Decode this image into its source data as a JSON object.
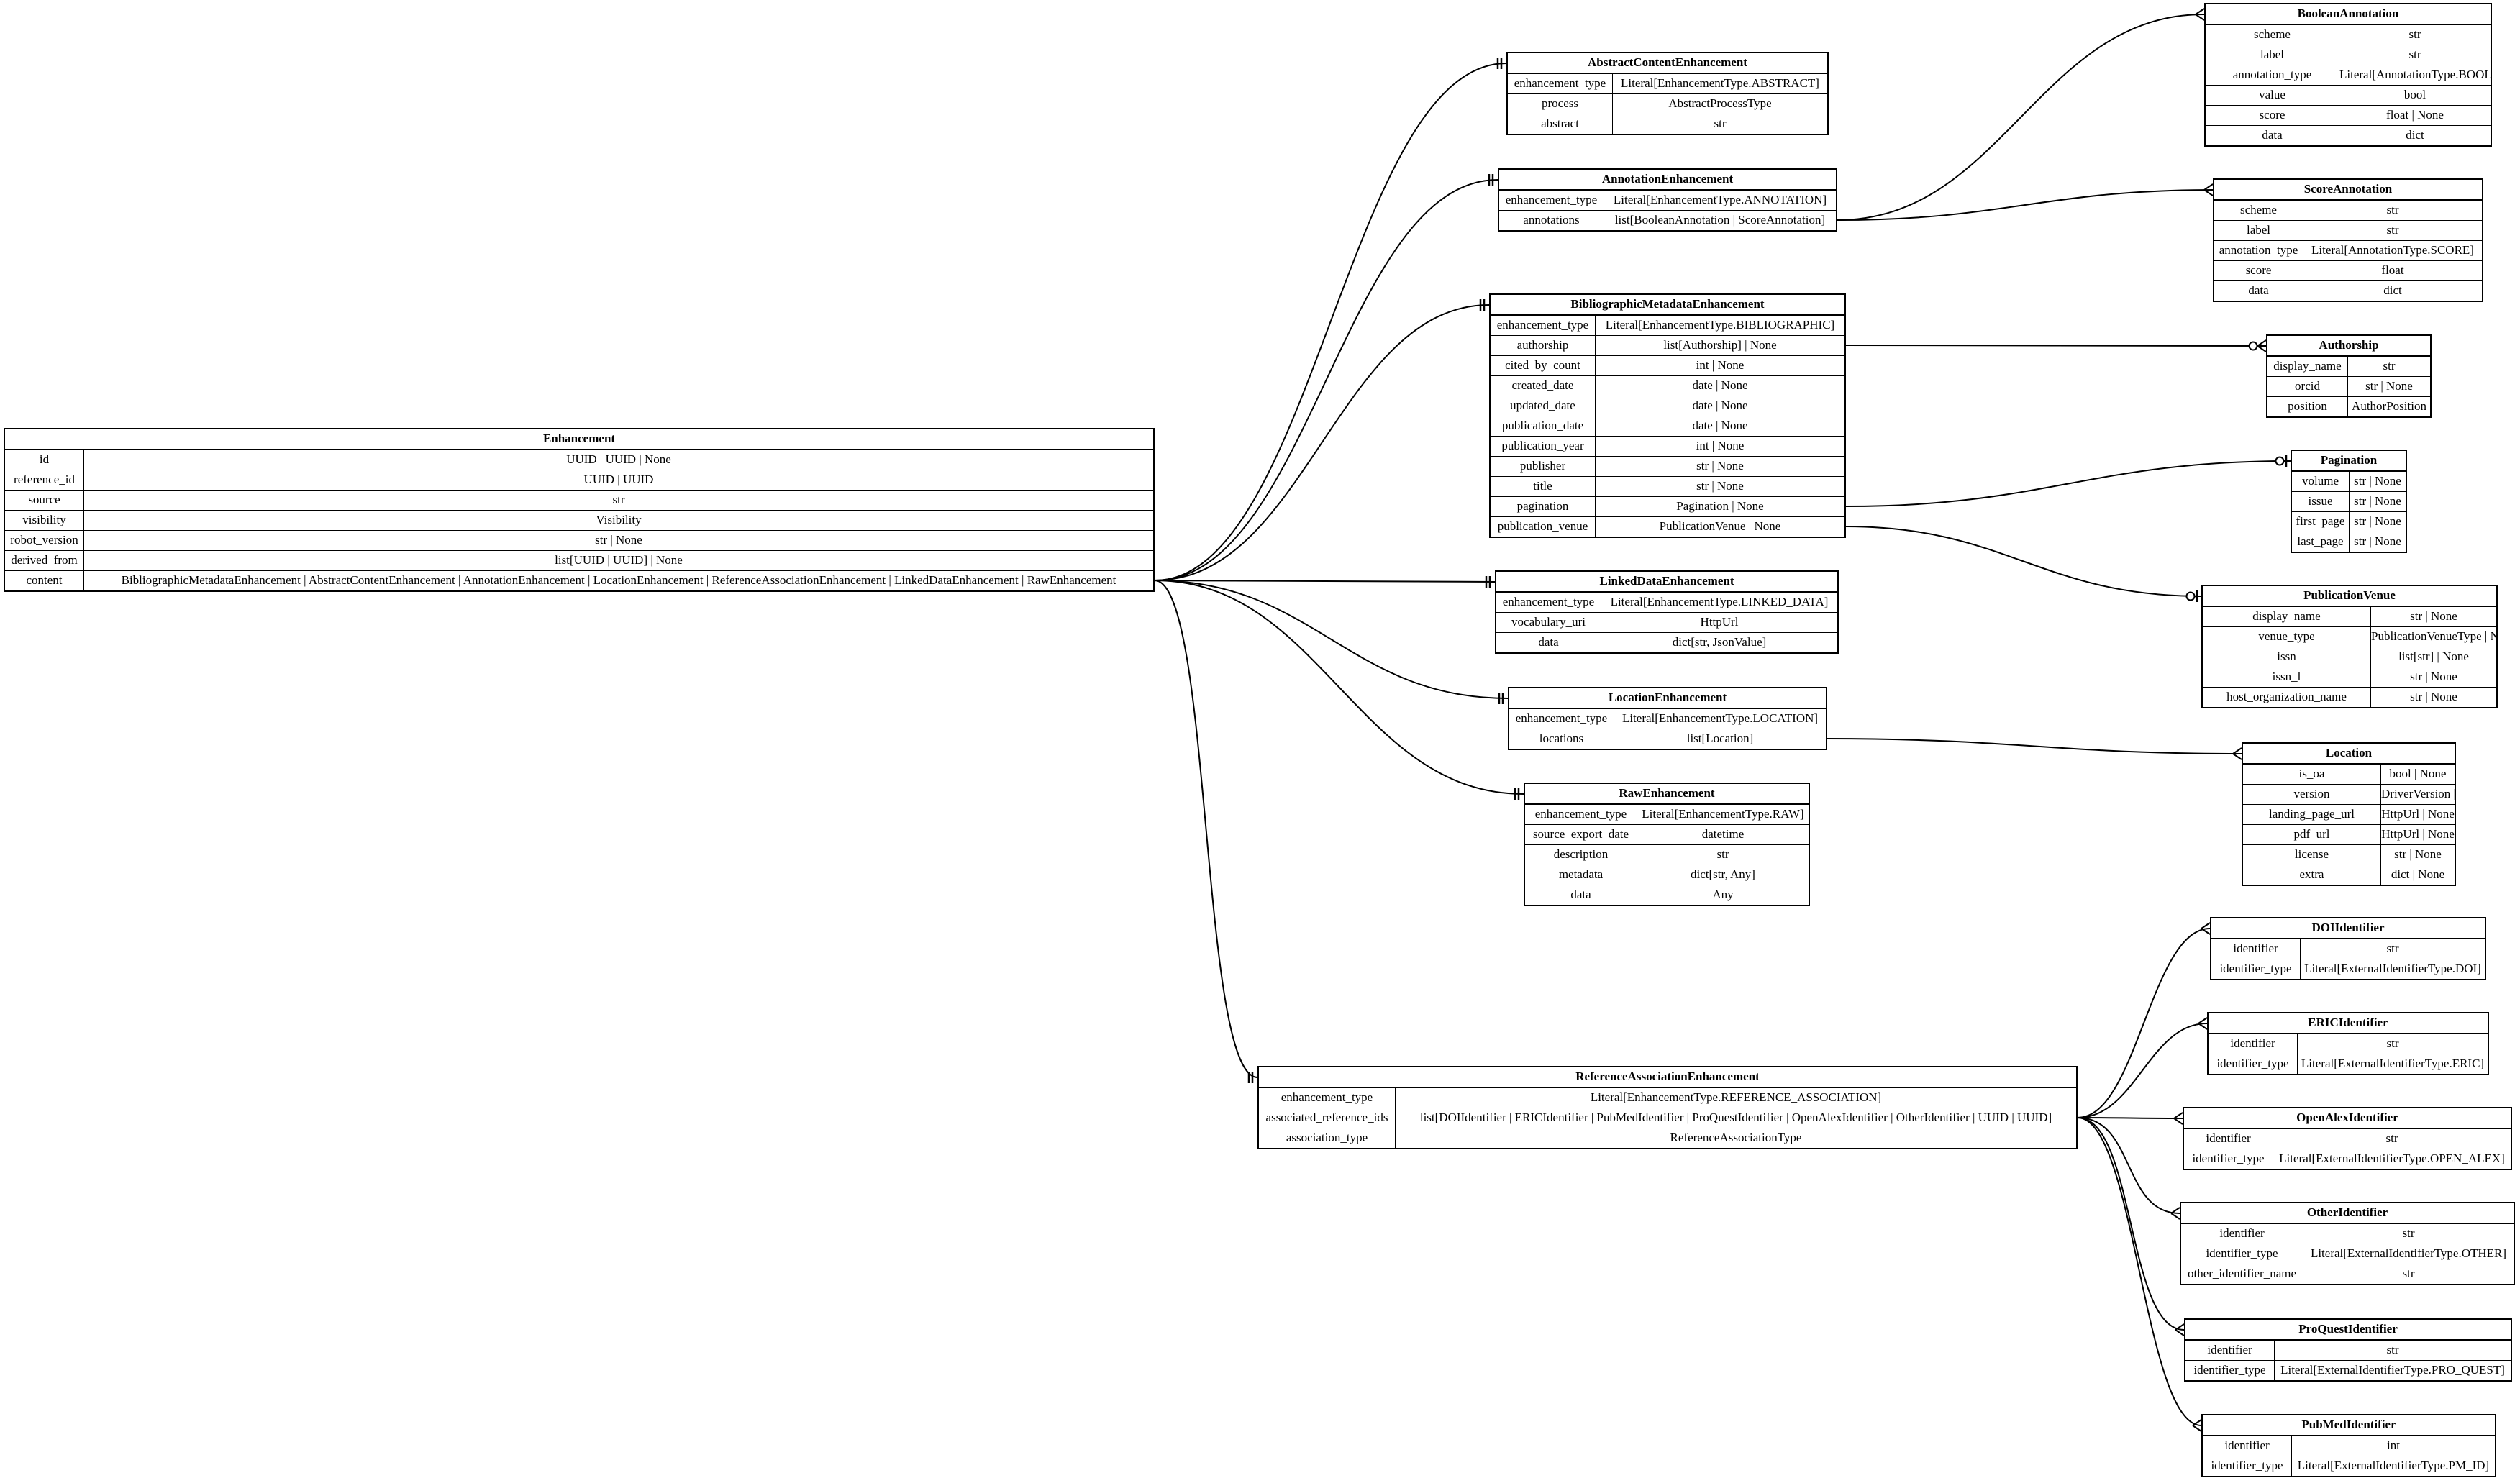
{
  "entities": [
    {
      "id": "Enhancement",
      "title": "Enhancement",
      "fields": [
        [
          "id",
          "UUID | UUID | None"
        ],
        [
          "reference_id",
          "UUID | UUID"
        ],
        [
          "source",
          "str"
        ],
        [
          "visibility",
          "Visibility"
        ],
        [
          "robot_version",
          "str | None"
        ],
        [
          "derived_from",
          "list[UUID | UUID] | None"
        ],
        [
          "content",
          "BibliographicMetadataEnhancement | AbstractContentEnhancement | AnnotationEnhancement | LocationEnhancement | ReferenceAssociationEnhancement | LinkedDataEnhancement | RawEnhancement"
        ]
      ]
    },
    {
      "id": "AbstractContentEnhancement",
      "title": "AbstractContentEnhancement",
      "fields": [
        [
          "enhancement_type",
          "Literal[EnhancementType.ABSTRACT]"
        ],
        [
          "process",
          "AbstractProcessType"
        ],
        [
          "abstract",
          "str"
        ]
      ]
    },
    {
      "id": "AnnotationEnhancement",
      "title": "AnnotationEnhancement",
      "fields": [
        [
          "enhancement_type",
          "Literal[EnhancementType.ANNOTATION]"
        ],
        [
          "annotations",
          "list[BooleanAnnotation | ScoreAnnotation]"
        ]
      ]
    },
    {
      "id": "BibliographicMetadataEnhancement",
      "title": "BibliographicMetadataEnhancement",
      "fields": [
        [
          "enhancement_type",
          "Literal[EnhancementType.BIBLIOGRAPHIC]"
        ],
        [
          "authorship",
          "list[Authorship] | None"
        ],
        [
          "cited_by_count",
          "int | None"
        ],
        [
          "created_date",
          "date | None"
        ],
        [
          "updated_date",
          "date | None"
        ],
        [
          "publication_date",
          "date | None"
        ],
        [
          "publication_year",
          "int | None"
        ],
        [
          "publisher",
          "str | None"
        ],
        [
          "title",
          "str | None"
        ],
        [
          "pagination",
          "Pagination | None"
        ],
        [
          "publication_venue",
          "PublicationVenue | None"
        ]
      ]
    },
    {
      "id": "LinkedDataEnhancement",
      "title": "LinkedDataEnhancement",
      "fields": [
        [
          "enhancement_type",
          "Literal[EnhancementType.LINKED_DATA]"
        ],
        [
          "vocabulary_uri",
          "HttpUrl"
        ],
        [
          "data",
          "dict[str, JsonValue]"
        ]
      ]
    },
    {
      "id": "LocationEnhancement",
      "title": "LocationEnhancement",
      "fields": [
        [
          "enhancement_type",
          "Literal[EnhancementType.LOCATION]"
        ],
        [
          "locations",
          "list[Location]"
        ]
      ]
    },
    {
      "id": "RawEnhancement",
      "title": "RawEnhancement",
      "fields": [
        [
          "enhancement_type",
          "Literal[EnhancementType.RAW]"
        ],
        [
          "source_export_date",
          "datetime"
        ],
        [
          "description",
          "str"
        ],
        [
          "metadata",
          "dict[str, Any]"
        ],
        [
          "data",
          "Any"
        ]
      ]
    },
    {
      "id": "ReferenceAssociationEnhancement",
      "title": "ReferenceAssociationEnhancement",
      "fields": [
        [
          "enhancement_type",
          "Literal[EnhancementType.REFERENCE_ASSOCIATION]"
        ],
        [
          "associated_reference_ids",
          "list[DOIIdentifier | ERICIdentifier | PubMedIdentifier | ProQuestIdentifier | OpenAlexIdentifier | OtherIdentifier | UUID | UUID]"
        ],
        [
          "association_type",
          "ReferenceAssociationType"
        ]
      ]
    },
    {
      "id": "BooleanAnnotation",
      "title": "BooleanAnnotation",
      "fields": [
        [
          "scheme",
          "str"
        ],
        [
          "label",
          "str"
        ],
        [
          "annotation_type",
          "Literal[AnnotationType.BOOLEAN]"
        ],
        [
          "value",
          "bool"
        ],
        [
          "score",
          "float | None"
        ],
        [
          "data",
          "dict"
        ]
      ]
    },
    {
      "id": "ScoreAnnotation",
      "title": "ScoreAnnotation",
      "fields": [
        [
          "scheme",
          "str"
        ],
        [
          "label",
          "str"
        ],
        [
          "annotation_type",
          "Literal[AnnotationType.SCORE]"
        ],
        [
          "score",
          "float"
        ],
        [
          "data",
          "dict"
        ]
      ]
    },
    {
      "id": "Authorship",
      "title": "Authorship",
      "fields": [
        [
          "display_name",
          "str"
        ],
        [
          "orcid",
          "str | None"
        ],
        [
          "position",
          "AuthorPosition"
        ]
      ]
    },
    {
      "id": "Pagination",
      "title": "Pagination",
      "fields": [
        [
          "volume",
          "str | None"
        ],
        [
          "issue",
          "str | None"
        ],
        [
          "first_page",
          "str | None"
        ],
        [
          "last_page",
          "str | None"
        ]
      ]
    },
    {
      "id": "PublicationVenue",
      "title": "PublicationVenue",
      "fields": [
        [
          "display_name",
          "str | None"
        ],
        [
          "venue_type",
          "PublicationVenueType | None"
        ],
        [
          "issn",
          "list[str] | None"
        ],
        [
          "issn_l",
          "str | None"
        ],
        [
          "host_organization_name",
          "str | None"
        ]
      ]
    },
    {
      "id": "Location",
      "title": "Location",
      "fields": [
        [
          "is_oa",
          "bool | None"
        ],
        [
          "version",
          "DriverVersion | None"
        ],
        [
          "landing_page_url",
          "HttpUrl | None"
        ],
        [
          "pdf_url",
          "HttpUrl | None"
        ],
        [
          "license",
          "str | None"
        ],
        [
          "extra",
          "dict | None"
        ]
      ]
    },
    {
      "id": "DOIIdentifier",
      "title": "DOIIdentifier",
      "fields": [
        [
          "identifier",
          "str"
        ],
        [
          "identifier_type",
          "Literal[ExternalIdentifierType.DOI]"
        ]
      ]
    },
    {
      "id": "ERICIdentifier",
      "title": "ERICIdentifier",
      "fields": [
        [
          "identifier",
          "str"
        ],
        [
          "identifier_type",
          "Literal[ExternalIdentifierType.ERIC]"
        ]
      ]
    },
    {
      "id": "OpenAlexIdentifier",
      "title": "OpenAlexIdentifier",
      "fields": [
        [
          "identifier",
          "str"
        ],
        [
          "identifier_type",
          "Literal[ExternalIdentifierType.OPEN_ALEX]"
        ]
      ]
    },
    {
      "id": "OtherIdentifier",
      "title": "OtherIdentifier",
      "fields": [
        [
          "identifier",
          "str"
        ],
        [
          "identifier_type",
          "Literal[ExternalIdentifierType.OTHER]"
        ],
        [
          "other_identifier_name",
          "str"
        ]
      ]
    },
    {
      "id": "ProQuestIdentifier",
      "title": "ProQuestIdentifier",
      "fields": [
        [
          "identifier",
          "str"
        ],
        [
          "identifier_type",
          "Literal[ExternalIdentifierType.PRO_QUEST]"
        ]
      ]
    },
    {
      "id": "PubMedIdentifier",
      "title": "PubMedIdentifier",
      "fields": [
        [
          "identifier",
          "int"
        ],
        [
          "identifier_type",
          "Literal[ExternalIdentifierType.PM_ID]"
        ]
      ]
    }
  ],
  "relations": [
    {
      "from": "Enhancement",
      "from_field": "content",
      "to": "AbstractContentEnhancement",
      "cardinality": "exactly-one"
    },
    {
      "from": "Enhancement",
      "from_field": "content",
      "to": "AnnotationEnhancement",
      "cardinality": "exactly-one"
    },
    {
      "from": "Enhancement",
      "from_field": "content",
      "to": "BibliographicMetadataEnhancement",
      "cardinality": "exactly-one"
    },
    {
      "from": "Enhancement",
      "from_field": "content",
      "to": "LinkedDataEnhancement",
      "cardinality": "exactly-one"
    },
    {
      "from": "Enhancement",
      "from_field": "content",
      "to": "LocationEnhancement",
      "cardinality": "exactly-one"
    },
    {
      "from": "Enhancement",
      "from_field": "content",
      "to": "RawEnhancement",
      "cardinality": "exactly-one"
    },
    {
      "from": "Enhancement",
      "from_field": "content",
      "to": "ReferenceAssociationEnhancement",
      "cardinality": "exactly-one"
    },
    {
      "from": "AnnotationEnhancement",
      "from_field": "annotations",
      "to": "BooleanAnnotation",
      "cardinality": "many"
    },
    {
      "from": "AnnotationEnhancement",
      "from_field": "annotations",
      "to": "ScoreAnnotation",
      "cardinality": "many"
    },
    {
      "from": "BibliographicMetadataEnhancement",
      "from_field": "authorship",
      "to": "Authorship",
      "cardinality": "zero-or-many"
    },
    {
      "from": "BibliographicMetadataEnhancement",
      "from_field": "pagination",
      "to": "Pagination",
      "cardinality": "zero-or-one"
    },
    {
      "from": "BibliographicMetadataEnhancement",
      "from_field": "publication_venue",
      "to": "PublicationVenue",
      "cardinality": "zero-or-one"
    },
    {
      "from": "LocationEnhancement",
      "from_field": "locations",
      "to": "Location",
      "cardinality": "many"
    },
    {
      "from": "ReferenceAssociationEnhancement",
      "from_field": "associated_reference_ids",
      "to": "DOIIdentifier",
      "cardinality": "many"
    },
    {
      "from": "ReferenceAssociationEnhancement",
      "from_field": "associated_reference_ids",
      "to": "ERICIdentifier",
      "cardinality": "many"
    },
    {
      "from": "ReferenceAssociationEnhancement",
      "from_field": "associated_reference_ids",
      "to": "OpenAlexIdentifier",
      "cardinality": "many"
    },
    {
      "from": "ReferenceAssociationEnhancement",
      "from_field": "associated_reference_ids",
      "to": "OtherIdentifier",
      "cardinality": "many"
    },
    {
      "from": "ReferenceAssociationEnhancement",
      "from_field": "associated_reference_ids",
      "to": "ProQuestIdentifier",
      "cardinality": "many"
    },
    {
      "from": "ReferenceAssociationEnhancement",
      "from_field": "associated_reference_ids",
      "to": "PubMedIdentifier",
      "cardinality": "many"
    }
  ]
}
